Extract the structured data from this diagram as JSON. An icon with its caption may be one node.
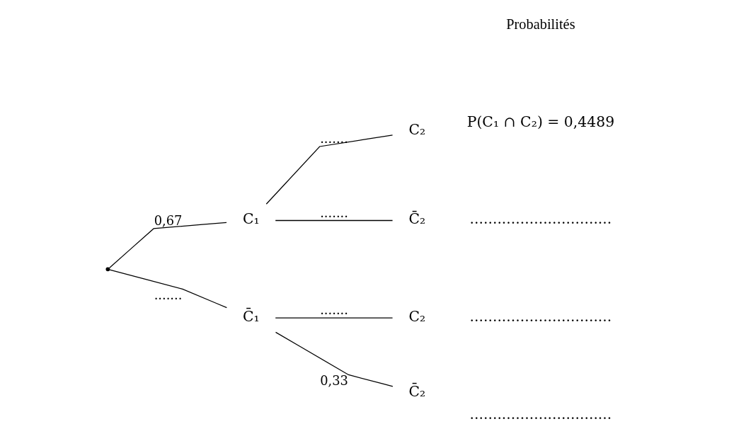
{
  "diagram": {
    "nodes": [
      {
        "text": [],
        "shape": "point"
      },
      {
        "text": [
          "C₁"
        ]
      },
      {
        "text": [
          "C̄₁"
        ]
      },
      {
        "text": [
          "C₂"
        ],
        "beside": [
          "P(C₁ ∩ C₂) = 0,4489"
        ]
      },
      {
        "text": [
          "C̄₂"
        ],
        "beside": [
          "..............................."
        ]
      },
      {
        "text": [
          "C₂"
        ],
        "beside": [
          "..............................."
        ]
      },
      {
        "text": [
          "C̄₂"
        ],
        "beside": [
          "..............................."
        ]
      }
    ],
    "edges": [
      {
        "from": 0,
        "to": 1,
        "arrow": "none",
        "label": "0,67"
      },
      {
        "from": 0,
        "to": 2,
        "arrow": "none",
        "label": "......."
      },
      {
        "from": 1,
        "to": 3,
        "arrow": "none",
        "label": "......."
      },
      {
        "from": 1,
        "to": 4,
        "arrow": "none",
        "label": "......."
      },
      {
        "from": 2,
        "to": 5,
        "arrow": "none",
        "label": "......."
      },
      {
        "from": 2,
        "to": 6,
        "arrow": "none",
        "label": "0,33"
      }
    ],
    "labels": [
      "Probabilités"
    ]
  }
}
